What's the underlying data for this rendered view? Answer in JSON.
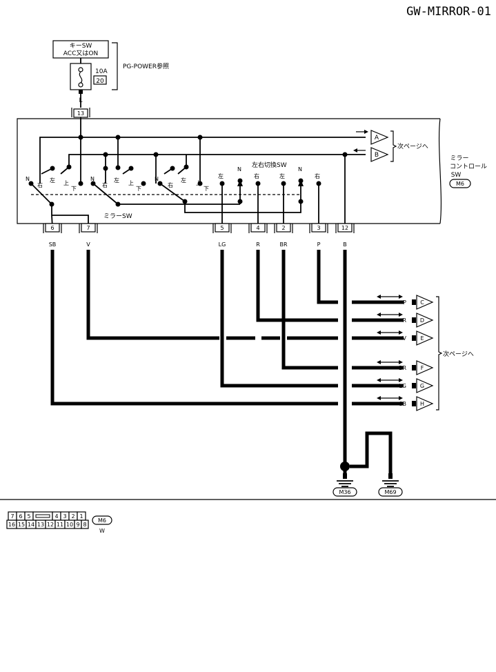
{
  "title": "GW-MIRROR-01",
  "power": {
    "line1": "キーSW",
    "line2": "ACC又はON",
    "fuse_amp": "10A",
    "fuse_no": "20",
    "ref": "PG-POWER参照",
    "wire": "L",
    "connector_pin": "13"
  },
  "module": {
    "name_line1": "ミラー",
    "name_line2": "コントロール",
    "name_line3": "SW",
    "connector": "M6",
    "next_page": "次ページへ",
    "mirror_sw_label": "ミラーSW",
    "lr_sw_label": "左右切換SW"
  },
  "switch_labels": {
    "n": "N",
    "right": "右",
    "left": "左",
    "up": "上",
    "down": "下"
  },
  "out_refs": [
    {
      "id": "A",
      "dir": "out"
    },
    {
      "id": "B",
      "dir": "in"
    }
  ],
  "pins": [
    {
      "no": "6",
      "wire": "SB"
    },
    {
      "no": "7",
      "wire": "V"
    },
    {
      "no": "5",
      "wire": "LG"
    },
    {
      "no": "4",
      "wire": "R"
    },
    {
      "no": "2",
      "wire": "BR"
    },
    {
      "no": "3",
      "wire": "P"
    },
    {
      "no": "12",
      "wire": "B"
    }
  ],
  "right_refs": [
    {
      "wire": "P",
      "id": "C"
    },
    {
      "wire": "R",
      "id": "D"
    },
    {
      "wire": "V",
      "id": "E"
    },
    {
      "wire": "BR",
      "id": "F"
    },
    {
      "wire": "LG",
      "id": "G"
    },
    {
      "wire": "SB",
      "id": "H"
    }
  ],
  "right_refs_label": "次ページへ",
  "grounds": [
    {
      "wire": "B",
      "id": "M36"
    },
    {
      "wire": "B",
      "id": "M69"
    }
  ],
  "ground_join_wire": "B",
  "connector_face": {
    "top_row": [
      "7",
      "6",
      "5",
      "",
      "4",
      "3",
      "2",
      "1"
    ],
    "bottom_row": [
      "16",
      "15",
      "14",
      "13",
      "12",
      "11",
      "10",
      "9",
      "8"
    ],
    "id": "M6",
    "color": "W"
  }
}
